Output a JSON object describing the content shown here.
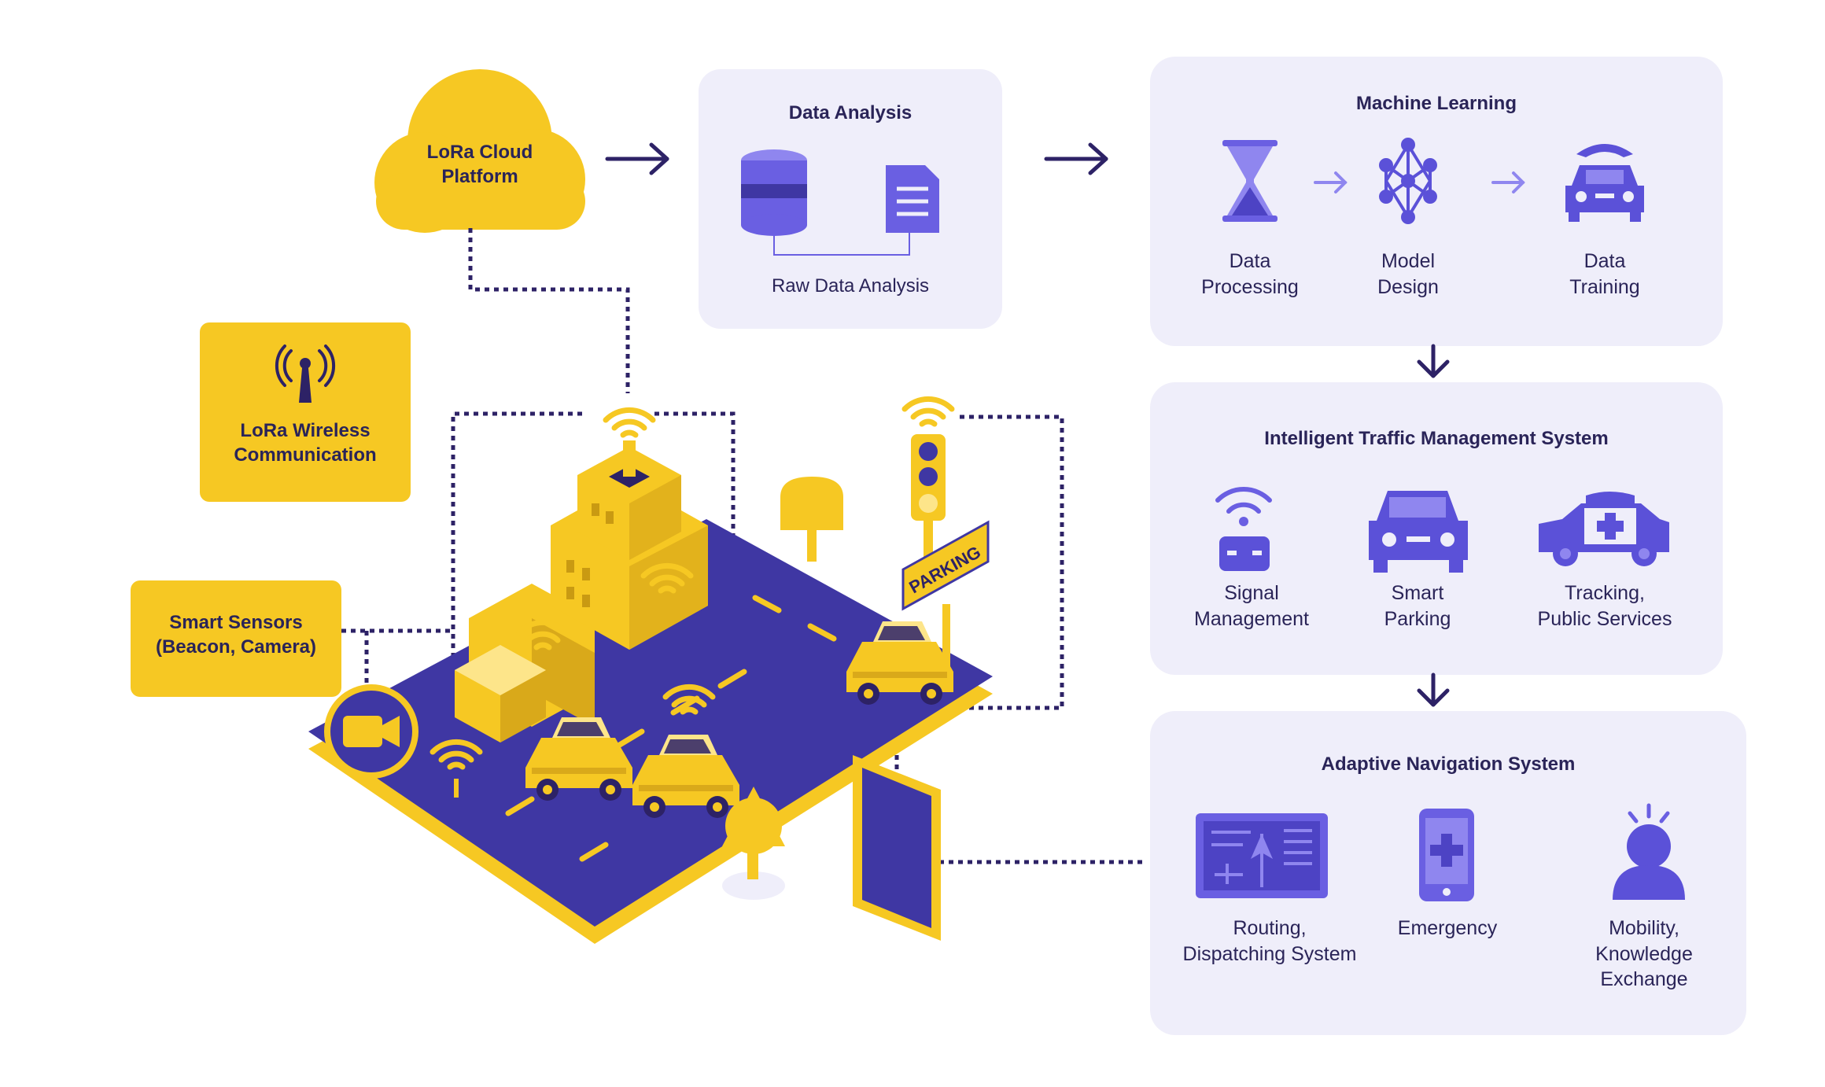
{
  "colors": {
    "navy": "#2d2266",
    "purple": "#3f37a3",
    "icon_purple": "#6a5fe2",
    "yellow": "#f6c823",
    "yellow_dark": "#d9a91a",
    "panel": "#efeefa"
  },
  "cloud": {
    "label_line1": "LoRa Cloud",
    "label_line2": "Platform",
    "icon": "cloud-icon"
  },
  "lora_wireless": {
    "label_line1": "LoRa Wireless",
    "label_line2": "Communication",
    "icon": "antenna-icon"
  },
  "smart_sensors": {
    "label_line1": "Smart Sensors",
    "label_line2": "(Beacon, Camera)"
  },
  "data_analysis": {
    "title": "Data Analysis",
    "caption": "Raw Data Analysis",
    "icons": [
      "database-icon",
      "document-icon"
    ]
  },
  "machine_learning": {
    "title": "Machine Learning",
    "items": [
      {
        "line1": "Data",
        "line2": "Processing",
        "icon": "hourglass-icon"
      },
      {
        "line1": "Model",
        "line2": "Design",
        "icon": "neural-network-icon"
      },
      {
        "line1": "Data",
        "line2": "Training",
        "icon": "autonomous-car-icon"
      }
    ]
  },
  "itms": {
    "title": "Intelligent Traffic Management System",
    "items": [
      {
        "line1": "Signal",
        "line2": "Management",
        "icon": "signal-device-icon"
      },
      {
        "line1": "Smart",
        "line2": "Parking",
        "icon": "car-icon"
      },
      {
        "line1": "Tracking,",
        "line2": "Public Services",
        "icon": "ambulance-icon"
      }
    ]
  },
  "ans": {
    "title": "Adaptive Navigation System",
    "items": [
      {
        "line1": "Routing,",
        "line2": "Dispatching System",
        "line3": "",
        "icon": "map-screen-icon"
      },
      {
        "line1": "Emergency",
        "line2": "",
        "line3": "",
        "icon": "phone-medical-icon"
      },
      {
        "line1": "Mobility,",
        "line2": "Knowledge",
        "line3": "Exchange",
        "icon": "person-alert-icon"
      }
    ]
  },
  "city": {
    "parking_sign": "PARKING"
  }
}
